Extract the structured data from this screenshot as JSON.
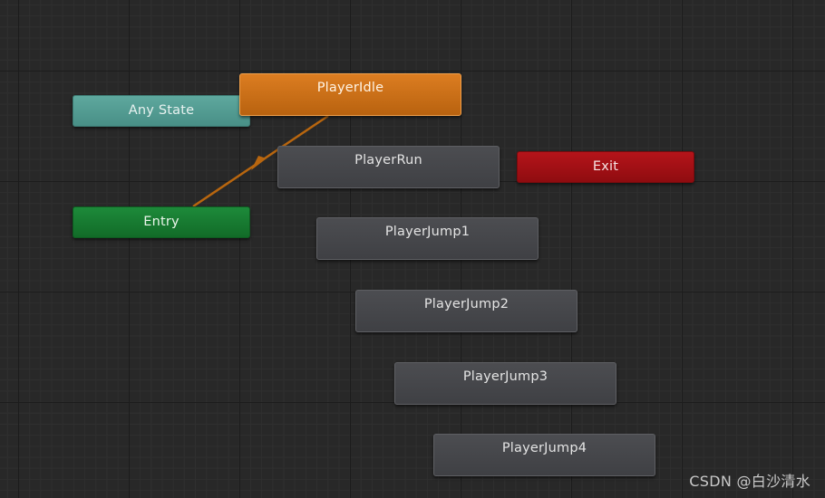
{
  "graph": {
    "transition_color": "#b8660f",
    "nodes": {
      "any_state": {
        "label": "Any State",
        "color": "#5ea89e"
      },
      "entry": {
        "label": "Entry",
        "color": "#1d8a3a"
      },
      "exit": {
        "label": "Exit",
        "color": "#b5141a"
      },
      "player_idle": {
        "label": "PlayerIdle",
        "color": "#dc7d21",
        "is_default": true
      },
      "player_run": {
        "label": "PlayerRun",
        "color": "#4c4d51"
      },
      "player_jump1": {
        "label": "PlayerJump1",
        "color": "#4c4d51"
      },
      "player_jump2": {
        "label": "PlayerJump2",
        "color": "#4c4d51"
      },
      "player_jump3": {
        "label": "PlayerJump3",
        "color": "#4c4d51"
      },
      "player_jump4": {
        "label": "PlayerJump4",
        "color": "#4c4d51"
      }
    },
    "transitions": [
      {
        "from": "Entry",
        "to": "PlayerIdle"
      }
    ]
  },
  "watermark": {
    "text": "CSDN @白沙清水"
  }
}
